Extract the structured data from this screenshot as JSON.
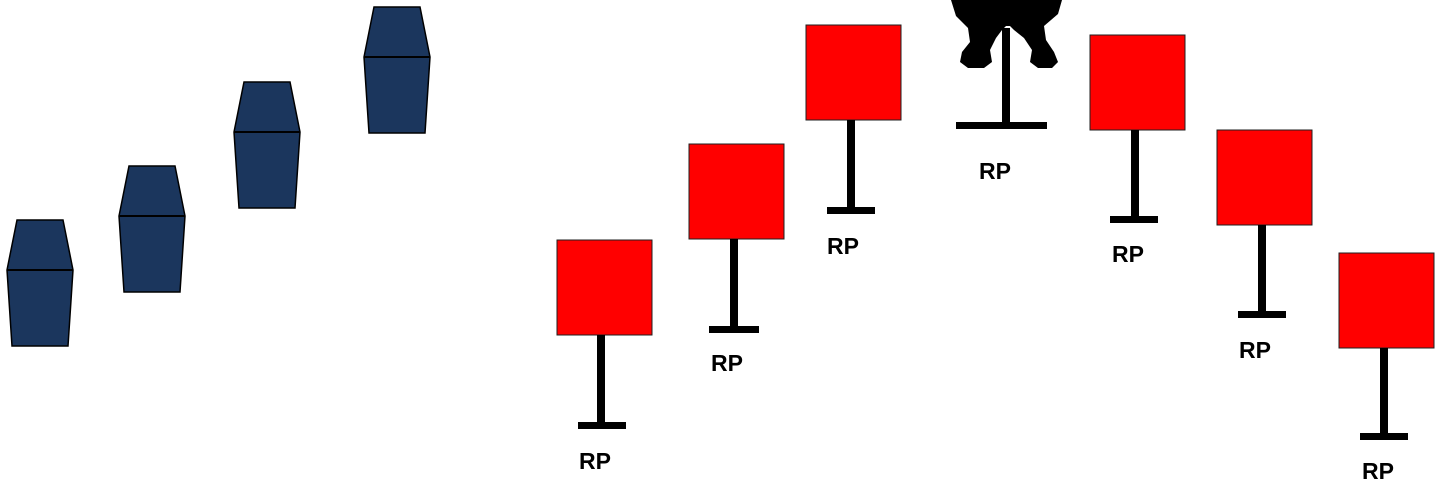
{
  "colors": {
    "barrel_fill": "#1b365d",
    "barrel_stroke": "#000000",
    "target_fill": "#ff0000",
    "target_stroke": "#1f1f1f",
    "stand": "#000000",
    "silhouette": "#000000",
    "background": "#ffffff"
  },
  "barrels": [
    {
      "icon": "barrel-icon"
    },
    {
      "icon": "barrel-icon"
    },
    {
      "icon": "barrel-icon"
    },
    {
      "icon": "barrel-icon"
    }
  ],
  "targets": [
    {
      "type": "steel-square-target",
      "label": "RP"
    },
    {
      "type": "steel-square-target",
      "label": "RP"
    },
    {
      "type": "steel-square-target",
      "label": "RP"
    },
    {
      "type": "silhouette-target",
      "icon": "silhouette-target-icon",
      "label": "RP"
    },
    {
      "type": "steel-square-target",
      "label": "RP"
    },
    {
      "type": "steel-square-target",
      "label": "RP"
    },
    {
      "type": "steel-square-target",
      "label": "RP"
    }
  ]
}
